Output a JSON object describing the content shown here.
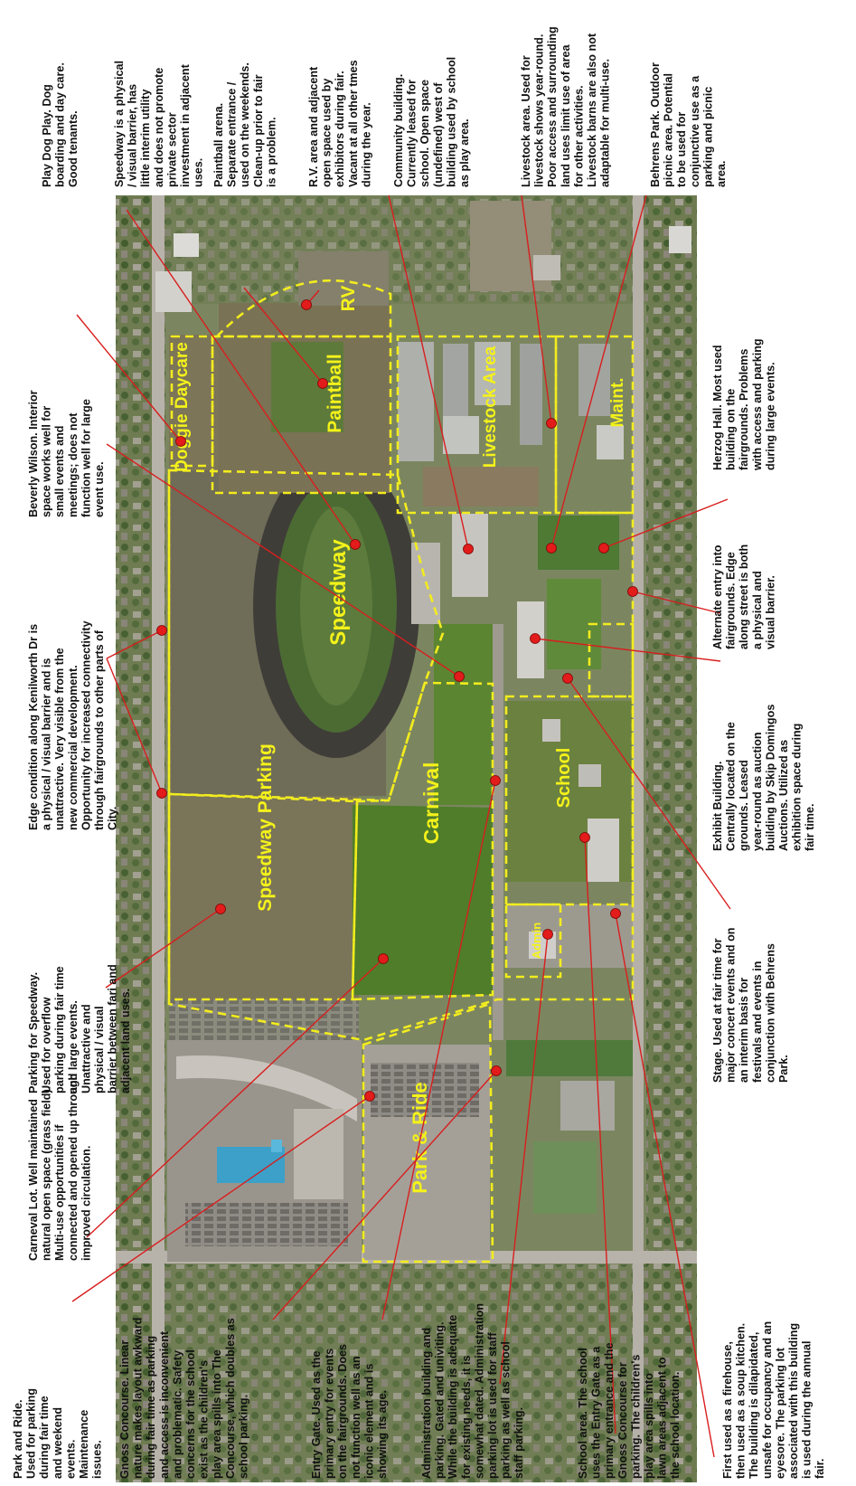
{
  "zones": {
    "doggie_daycare": "Doggie Daycare",
    "paintball": "Paintball",
    "rv": "RV",
    "speedway": "Speedway",
    "livestock_area": "Livestock Area",
    "maint": "Maint.",
    "speedway_parking": "Speedway Parking",
    "carnival": "Carnival",
    "school": "School",
    "admin": "Admin",
    "park_and_ride": "Park & Ride"
  },
  "annotations": {
    "right": [
      "Play Dog Play. Dog boarding and day care. Good tenants.",
      "Speedway is a physical / visual barrier, has little interim utility and does not promote private sector investment in adjacent uses.",
      "Paintball arena. Separate entrance / used on the weekends. Clean-up prior to fair is a problem.",
      "R.V. area and adjacent open space used by exhibitors during fair. Vacant at all other tmes during the year.",
      "Community building. Currently leased for school. Open space (undefined) west of building used by school as play area.",
      "Livestock area. Used for livestock shows year-round. Poor access and surrounding land uses limit use of area for other activities. Livestock barns are also not adaptable for multi-use.",
      "Behrens Park. Outdoor picnic area. Potential to be used for conjunctive use as a parking and picnic area."
    ],
    "middle_left": [
      "Beverly Wilson. Interior space works well for small events and meetings; does not function well for large event use.",
      "Edge condition along Kenilworth Dr is a physical / visual barrier and is unattractive. Very visible from the new commercial development. Opportunity for increased connectivity through fairgrounds to other parts of City.",
      "Parking for Speedway. Used for overflow parking during fair time and large events. Unattractive and physical / visual barrier between fari and adjacent land uses.",
      "Carneval Lot. Well maintained natural open space (grass field). Multi-use opportunities if connected and opened up through improved circulation."
    ],
    "middle_right": [
      "Herzog Hall. Most used building on the fairgrounds. Problems with access and parking during large events.",
      "Alternate entry into fairgrounds. Edge along street is both a physical and visual barrier.",
      "Exhibit Building. Centrally located on the grounds. Leased year-round as auction building by Skip Domingos Auctions. Utilized as exhibition space during fair time.",
      "Stage. Used at fair time for major concert events and on an interim basis for festivals and events in conjunction with Behrens Park."
    ],
    "left": [
      "Park and Ride. Used for parking during fair time and weekend events. Maintenance issues.",
      "Gnoss Concourse. Linear nature makes layout awkward during fair time as parking and access is inconvenient and problematic. Safety concerns for the school exist as the children's play area spills into The Concourse, which doubles as school parking.",
      "Entry Gate. Used as the primary entry for events on the fairgrounds. Does not function well as an iconic element and is showing its age.",
      "Administration building and parking. Gated and univiting. While the building is adequate for existing needs, it is somewhat dated. Administration parking lot is used for staff parking as well as school staff parking.",
      "School area. The school uses the Entry Gate as a primary entrance and the Gnoss Concourse for parking. The children's play area spills into lawn areas adjacent to the school location.",
      "First used as a firehouse, then used as a soup kitchen. The building is dilapidated, unsafe for occupancy and an eyesore. The parking lot associated with this building is used during the annual fair."
    ]
  },
  "colors": {
    "zone_outline": "#f2ec1e",
    "zone_label": "#f4f21a",
    "marker": "#e21b1b",
    "leader": "#d81e1e"
  }
}
